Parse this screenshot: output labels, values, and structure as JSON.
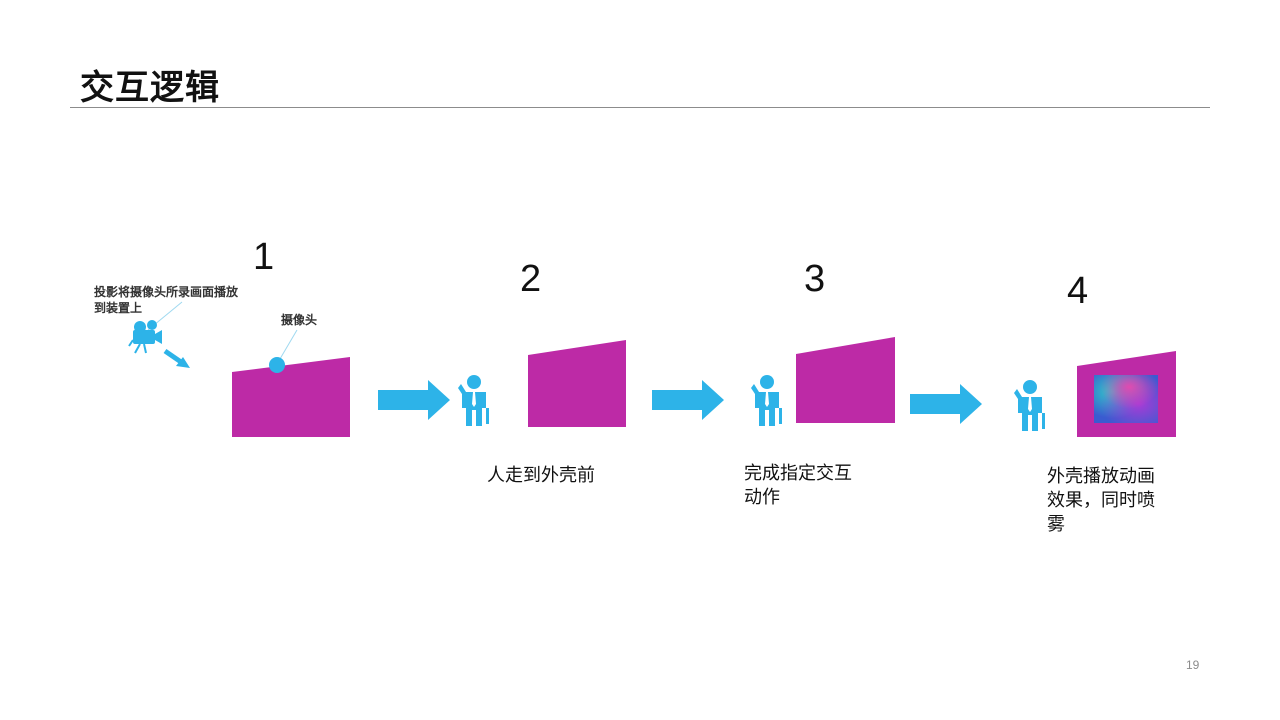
{
  "slide": {
    "title": "交互逻辑",
    "page_number": "19"
  },
  "steps": [
    {
      "number": "1"
    },
    {
      "number": "2",
      "caption": "人走到外壳前"
    },
    {
      "number": "3",
      "caption_line1": "完成指定交互",
      "caption_line2": "动作"
    },
    {
      "number": "4",
      "caption_line1": "外壳播放动画",
      "caption_line2": "效果，同时喷",
      "caption_line3": "雾"
    }
  ],
  "annotations": {
    "projector_line1": "投影将摄像头所录画面播放",
    "projector_line2": "到装置上",
    "camera": "摄像头"
  },
  "colors": {
    "panel": "#bd2aa6",
    "accent": "#2db3e8",
    "title": "#111111",
    "rule": "#8c8c8c"
  },
  "icons": [
    "projector-icon",
    "camera-dot-icon",
    "person-icon",
    "arrow-right-icon"
  ]
}
